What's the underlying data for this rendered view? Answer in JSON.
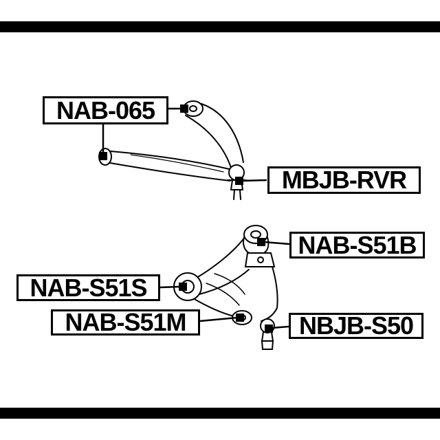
{
  "colors": {
    "line": "#000000",
    "background": "#ffffff"
  },
  "diagram": {
    "labels": [
      {
        "id": "nab-065",
        "text": "NAB-065"
      },
      {
        "id": "mbjb-rvr",
        "text": "MBJB-RVR"
      },
      {
        "id": "nab-s51b",
        "text": "NAB-S51B"
      },
      {
        "id": "nab-s51s",
        "text": "NAB-S51S"
      },
      {
        "id": "nab-s51m",
        "text": "NAB-S51M"
      },
      {
        "id": "nbjb-s50",
        "text": "NBJB-S50"
      }
    ]
  }
}
